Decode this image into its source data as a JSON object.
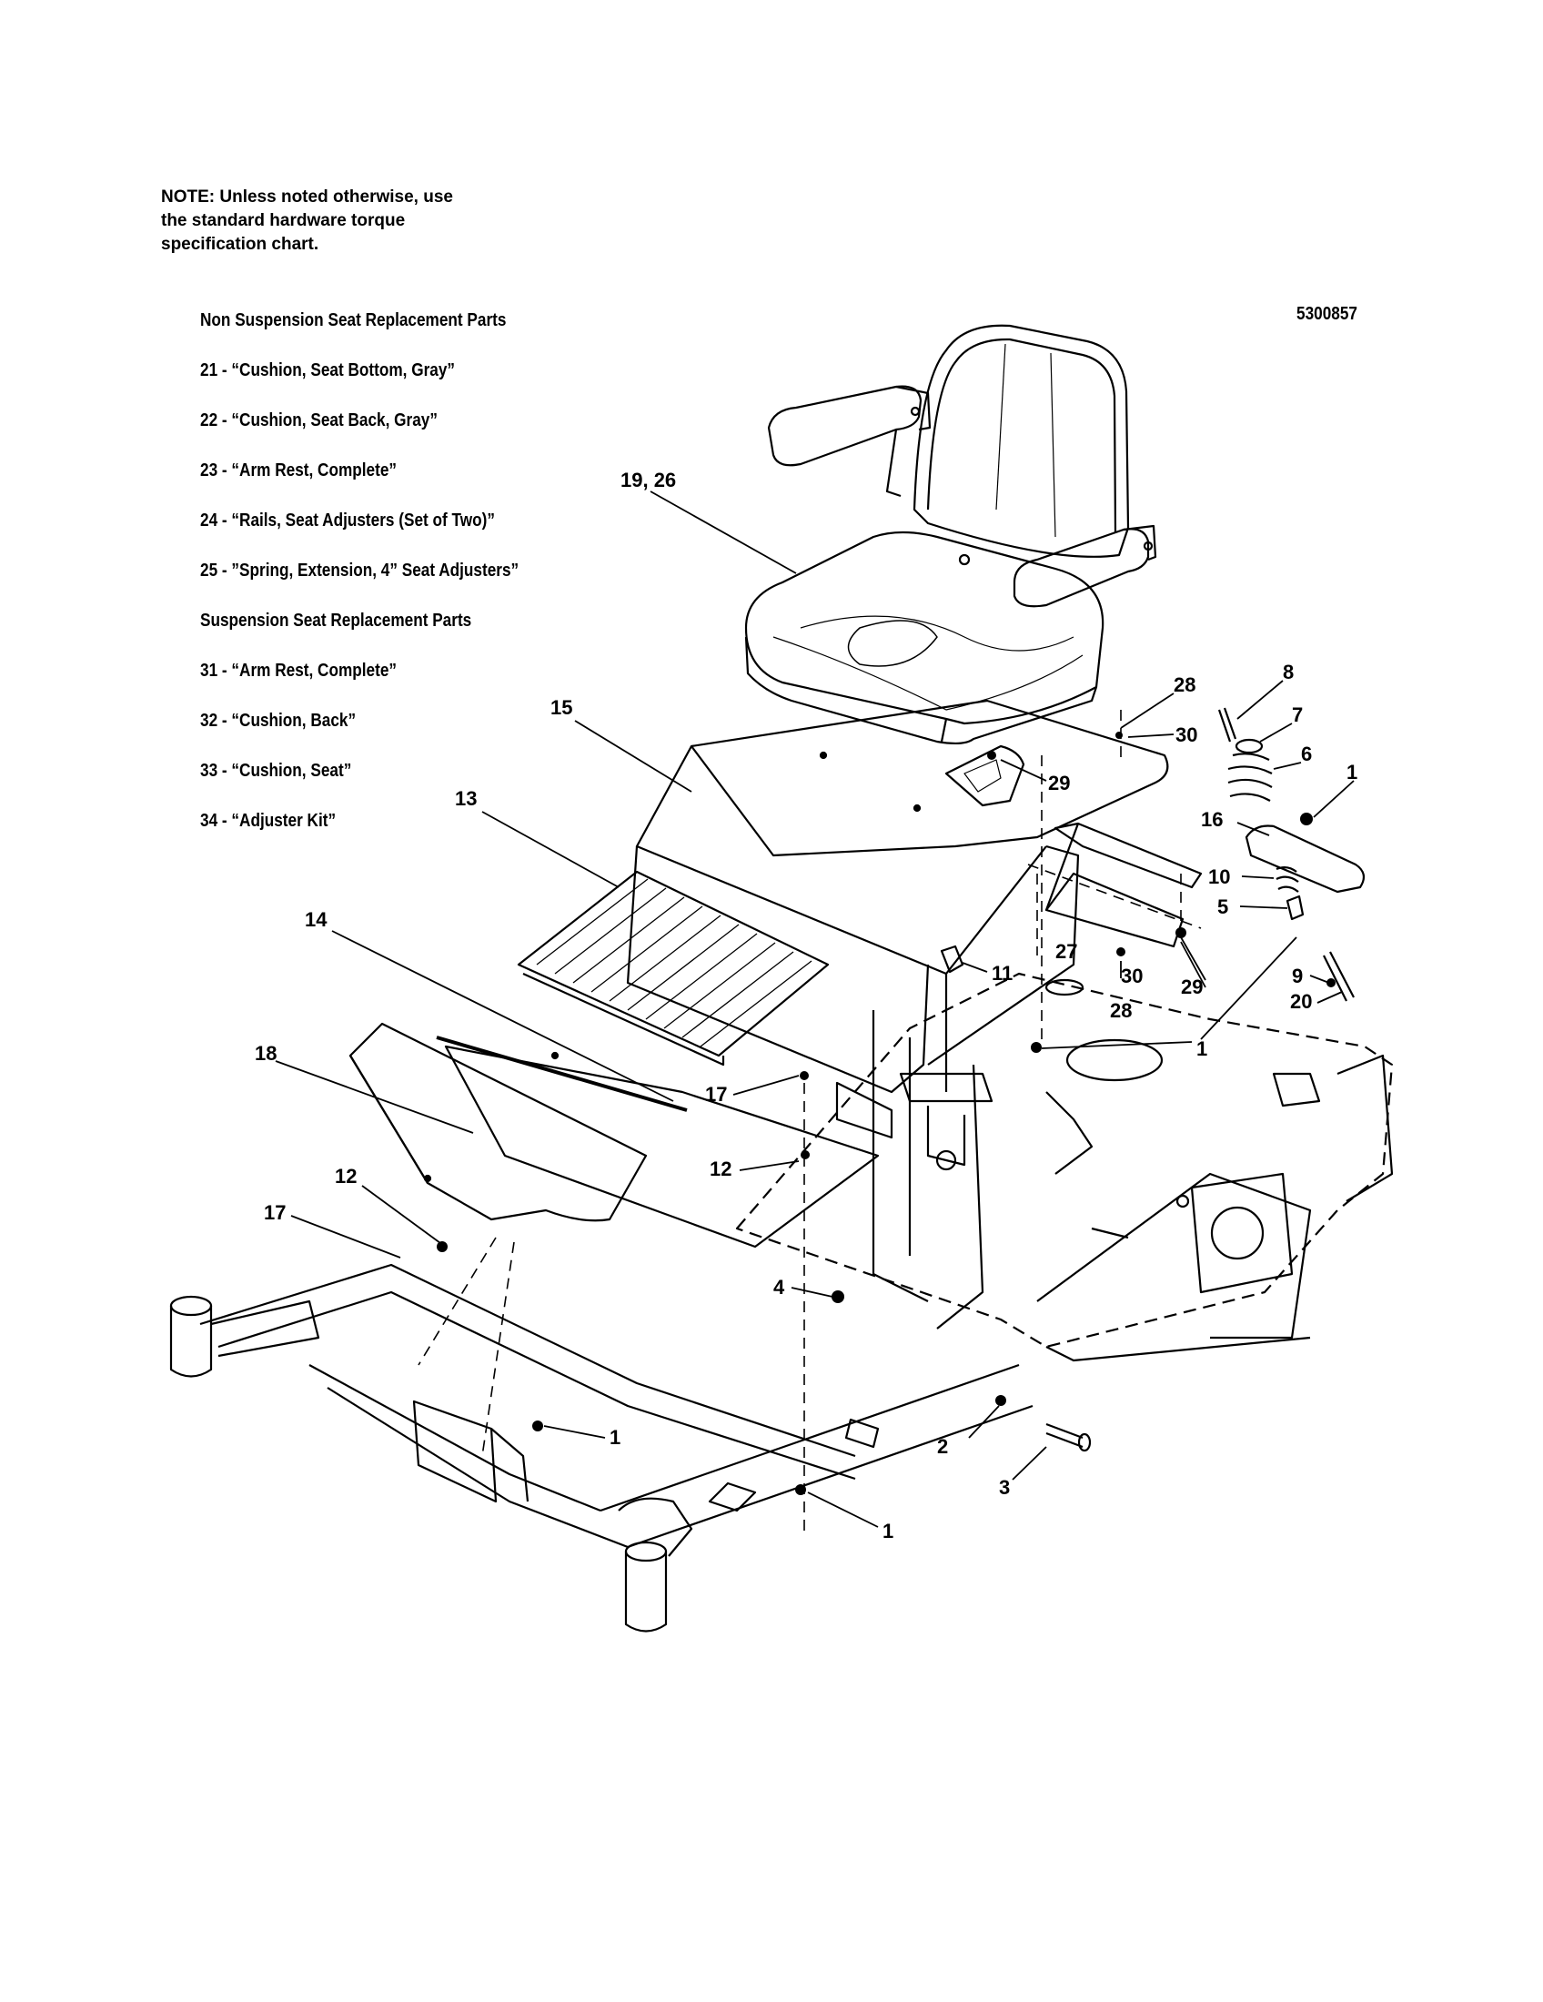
{
  "note": {
    "lines": [
      "NOTE: Unless noted otherwise, use",
      "the standard hardware torque",
      "specification chart."
    ]
  },
  "diagram_id": "5300857",
  "parts_list": [
    "Non Suspension Seat Replacement Parts",
    "21 - “Cushion, Seat Bottom, Gray”",
    "22 - “Cushion, Seat Back, Gray”",
    "23 - “Arm Rest, Complete”",
    "24 - “Rails, Seat Adjusters (Set of Two)”",
    "25 - ”Spring, Extension, 4” Seat Adjusters”",
    "Suspension Seat Replacement Parts",
    "31 - “Arm Rest, Complete”",
    "32 - “Cushion, Back”",
    "33 - “Cushion, Seat”",
    "34 - “Adjuster Kit”"
  ],
  "callouts": [
    "19, 26",
    "15",
    "13",
    "14",
    "18",
    "12",
    "17",
    "12",
    "17",
    "4",
    "1",
    "2",
    "3",
    "1",
    "28",
    "30",
    "29",
    "8",
    "7",
    "6",
    "1",
    "16",
    "10",
    "5",
    "27",
    "30",
    "29",
    "28",
    "11",
    "1",
    "9",
    "20"
  ]
}
